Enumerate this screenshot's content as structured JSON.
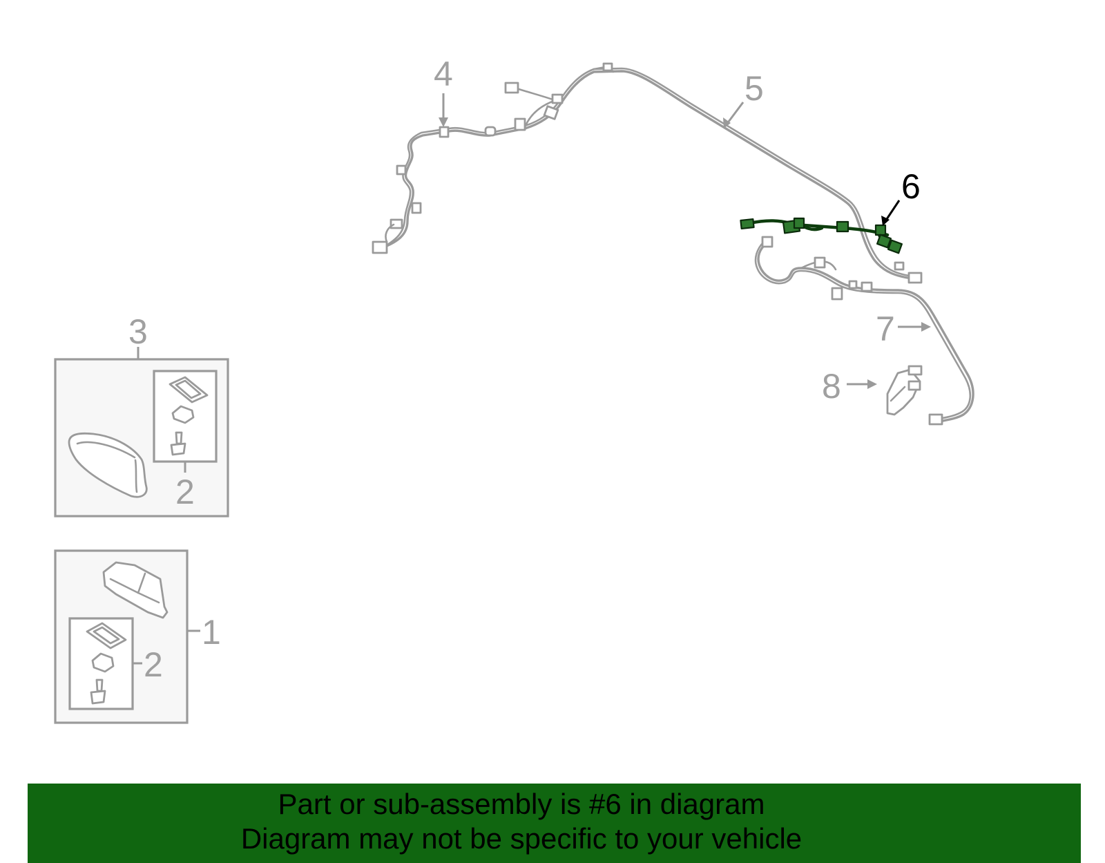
{
  "callouts": {
    "c1": "1",
    "c2a": "2",
    "c2b": "2",
    "c3": "3",
    "c4": "4",
    "c5": "5",
    "c6": "6",
    "c7": "7",
    "c8": "8"
  },
  "highlight_part": "6",
  "colors": {
    "banner": "#106610",
    "highlight_part": "#2f7a2f",
    "line_art": "#9a9a9a"
  },
  "banner": {
    "line1": "Part or sub-assembly is #6 in diagram",
    "line2": "Diagram may not be specific to your vehicle"
  }
}
